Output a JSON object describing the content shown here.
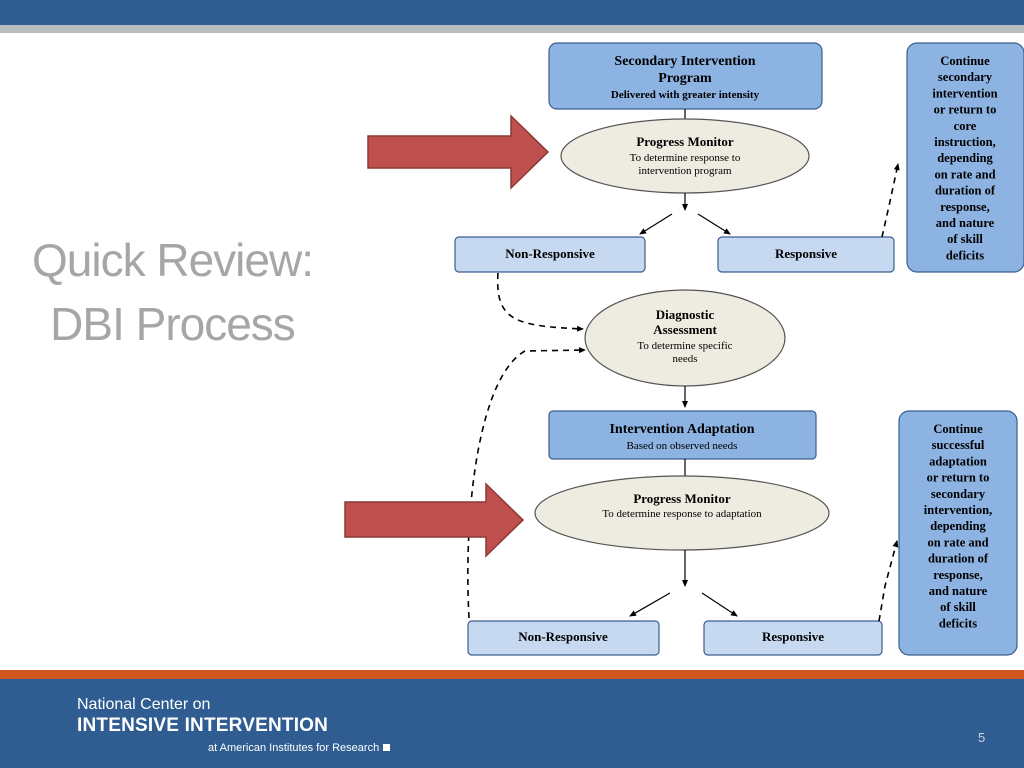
{
  "slide": {
    "title_line1": "Quick Review:",
    "title_line2": "DBI Process",
    "page_number": "5"
  },
  "footer": {
    "org_line1": "National Center on",
    "org_line2": "INTENSIVE INTERVENTION",
    "org_line3": "at American Institutes for Research"
  },
  "diagram": {
    "secondary_program": {
      "title1": "Secondary Intervention",
      "title2": "Program",
      "sub": "Delivered with greater intensity"
    },
    "progress_monitor_1": {
      "title": "Progress Monitor",
      "sub1": "To determine response to",
      "sub2": "intervention program"
    },
    "non_responsive_1": "Non-Responsive",
    "responsive_1": "Responsive",
    "continue_secondary": [
      "Continue",
      "secondary",
      "intervention",
      "or return to",
      "core",
      "instruction,",
      "depending",
      "on rate and",
      "duration of",
      "response,",
      "and nature",
      "of skill",
      "deficits"
    ],
    "diagnostic": {
      "title1": "Diagnostic",
      "title2": "Assessment",
      "sub1": "To determine specific",
      "sub2": "needs"
    },
    "adaptation": {
      "title": "Intervention Adaptation",
      "sub": "Based on observed needs"
    },
    "progress_monitor_2": {
      "title": "Progress Monitor",
      "sub": "To determine response to adaptation"
    },
    "non_responsive_2": "Non-Responsive",
    "responsive_2": "Responsive",
    "continue_adaptation": [
      "Continue",
      "successful",
      "adaptation",
      "or return to",
      "secondary",
      "intervention,",
      "depending",
      "on rate and",
      "duration of",
      "response,",
      "and nature",
      "of skill",
      "deficits"
    ]
  },
  "colors": {
    "header_blue": "#2f5d92",
    "footer_orange": "#d0561f",
    "box_blue": "#8db3e2",
    "box_light": "#c6d9f1",
    "ellipse_fill": "#eeece1",
    "arrow_red": "#c0504d"
  }
}
